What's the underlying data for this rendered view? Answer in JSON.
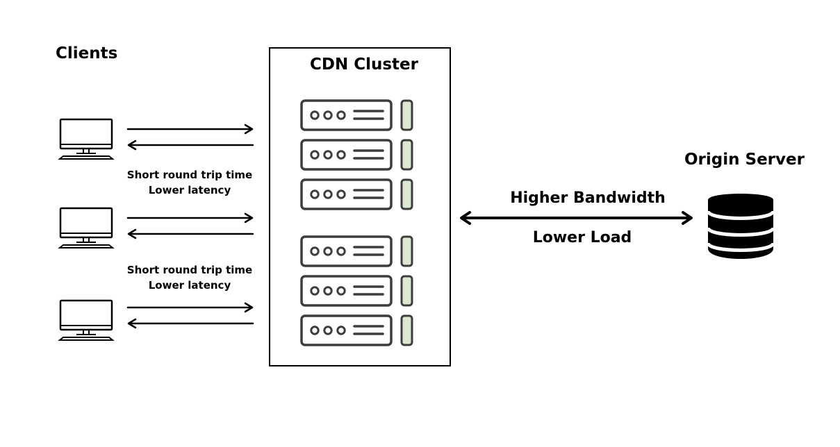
{
  "clients": {
    "title": "Clients",
    "notes": [
      {
        "line1": "Short round trip time",
        "line2": "Lower latency"
      },
      {
        "line1": "Short round trip time",
        "line2": "Lower latency"
      }
    ]
  },
  "cdn": {
    "title": "CDN Cluster"
  },
  "link": {
    "top": "Higher Bandwidth",
    "bottom": "Lower Load"
  },
  "origin": {
    "title": "Origin Server"
  },
  "colors": {
    "stroke": "#3d3d3d",
    "indicator_fill": "#dde8d0",
    "ink": "#000000"
  }
}
